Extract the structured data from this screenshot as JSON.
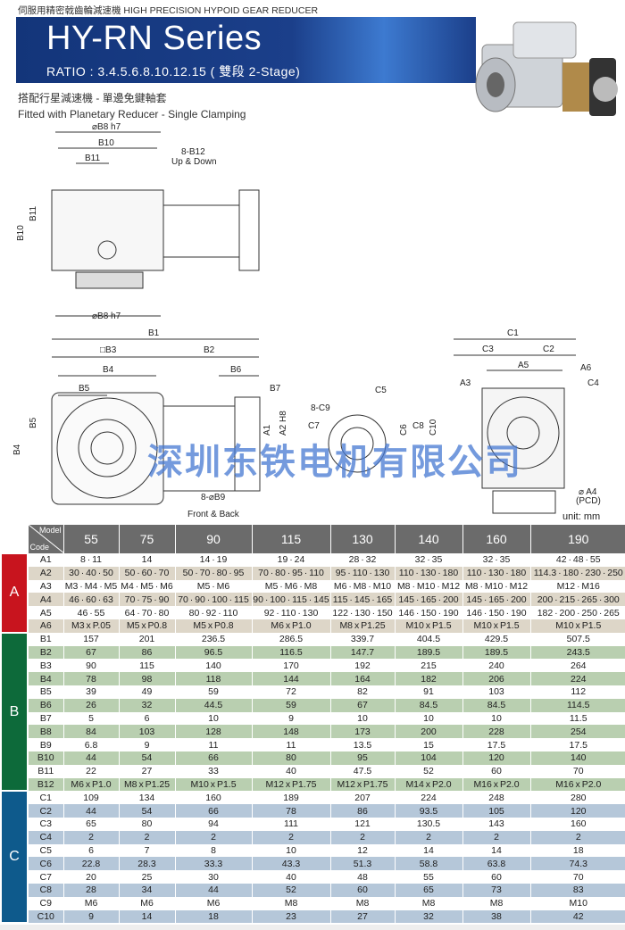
{
  "header": {
    "top_line": "伺服用精密戟齒輪減速機  HIGH PRECISION HYPOID GEAR REDUCER",
    "title": "HY-RN Series",
    "ratio": "RATIO : 3.4.5.6.8.10.12.15 ( 雙段 2-Stage)",
    "subtitle_cn": "搭配行星減速機 - 單邊免鍵軸套",
    "subtitle_en": "Fitted with Planetary Reducer - Single Clamping"
  },
  "drawing_labels": {
    "b8h7": "⌀B8 h7",
    "b10": "B10",
    "b11": "B11",
    "b12": "8-B12",
    "updown": "Up & Down",
    "b1": "B1",
    "b3": "□B3",
    "b2": "B2",
    "b4": "B4",
    "b6": "B6",
    "b5": "B5",
    "b7": "B7",
    "a1": "A1",
    "a2": "A2 H8",
    "c9": "8-C9",
    "c5": "C5",
    "c6": "C6",
    "c7": "C7",
    "c8": "C8",
    "b9": "8-⌀B9",
    "frontback": "Front & Back",
    "c1": "C1",
    "c3": "C3",
    "c2": "C2",
    "a5": "A5",
    "a6": "A6",
    "a3": "A3",
    "c4": "C4",
    "c10": "C10",
    "a4": "⌀ A4",
    "pcd": "(PCD)"
  },
  "watermark": "深圳东铁电机有限公司",
  "unit": "unit: mm",
  "table": {
    "corner_model": "Model",
    "corner_code": "Code",
    "models": [
      "55",
      "75",
      "90",
      "115",
      "130",
      "140",
      "160",
      "190"
    ],
    "groups": [
      {
        "name": "A",
        "rows": [
          [
            "A1",
            "8 · 11",
            "14",
            "14 · 19",
            "19 · 24",
            "28 · 32",
            "32 · 35",
            "32 · 35",
            "42 · 48 · 55"
          ],
          [
            "A2",
            "30 · 40 · 50",
            "50 · 60 · 70",
            "50 · 70 · 80 · 95",
            "70 · 80 · 95 · 110",
            "95 · 110 · 130",
            "110 · 130 · 180",
            "110 · 130 · 180",
            "114.3 · 180 · 230 · 250"
          ],
          [
            "A3",
            "M3 · M4 · M5",
            "M4 · M5 · M6",
            "M5 · M6",
            "M5 · M6 · M8",
            "M6 · M8 · M10",
            "M8 · M10 · M12",
            "M8 · M10 · M12",
            "M12 · M16"
          ],
          [
            "A4",
            "46 · 60 · 63",
            "70 · 75 · 90",
            "70 · 90 · 100 · 115",
            "90 · 100 · 115 · 145",
            "115 · 145 · 165",
            "145 · 165 · 200",
            "145 · 165 · 200",
            "200 · 215 · 265 · 300"
          ],
          [
            "A5",
            "46 · 55",
            "64 · 70 · 80",
            "80 · 92 · 110",
            "92 · 110 · 130",
            "122 · 130 · 150",
            "146 · 150 · 190",
            "146 · 150 · 190",
            "182 · 200 · 250 · 265"
          ],
          [
            "A6",
            "M3 x P.05",
            "M5 x P0.8",
            "M5 x P0.8",
            "M6 x P1.0",
            "M8 x P1.25",
            "M10 x P1.5",
            "M10 x P1.5",
            "M10 x P1.5"
          ]
        ]
      },
      {
        "name": "B",
        "rows": [
          [
            "B1",
            "157",
            "201",
            "236.5",
            "286.5",
            "339.7",
            "404.5",
            "429.5",
            "507.5"
          ],
          [
            "B2",
            "67",
            "86",
            "96.5",
            "116.5",
            "147.7",
            "189.5",
            "189.5",
            "243.5"
          ],
          [
            "B3",
            "90",
            "115",
            "140",
            "170",
            "192",
            "215",
            "240",
            "264"
          ],
          [
            "B4",
            "78",
            "98",
            "118",
            "144",
            "164",
            "182",
            "206",
            "224"
          ],
          [
            "B5",
            "39",
            "49",
            "59",
            "72",
            "82",
            "91",
            "103",
            "112"
          ],
          [
            "B6",
            "26",
            "32",
            "44.5",
            "59",
            "67",
            "84.5",
            "84.5",
            "114.5"
          ],
          [
            "B7",
            "5",
            "6",
            "10",
            "9",
            "10",
            "10",
            "10",
            "11.5"
          ],
          [
            "B8",
            "84",
            "103",
            "128",
            "148",
            "173",
            "200",
            "228",
            "254"
          ],
          [
            "B9",
            "6.8",
            "9",
            "11",
            "11",
            "13.5",
            "15",
            "17.5",
            "17.5"
          ],
          [
            "B10",
            "44",
            "54",
            "66",
            "80",
            "95",
            "104",
            "120",
            "140"
          ],
          [
            "B11",
            "22",
            "27",
            "33",
            "40",
            "47.5",
            "52",
            "60",
            "70"
          ],
          [
            "B12",
            "M6 x P1.0",
            "M8 x P1.25",
            "M10 x P1.5",
            "M12 x P1.75",
            "M12 x P1.75",
            "M14 x P2.0",
            "M16 x P2.0",
            "M16 x P2.0"
          ]
        ]
      },
      {
        "name": "C",
        "rows": [
          [
            "C1",
            "109",
            "134",
            "160",
            "189",
            "207",
            "224",
            "248",
            "280"
          ],
          [
            "C2",
            "44",
            "54",
            "66",
            "78",
            "86",
            "93.5",
            "105",
            "120"
          ],
          [
            "C3",
            "65",
            "80",
            "94",
            "111",
            "121",
            "130.5",
            "143",
            "160"
          ],
          [
            "C4",
            "2",
            "2",
            "2",
            "2",
            "2",
            "2",
            "2",
            "2"
          ],
          [
            "C5",
            "6",
            "7",
            "8",
            "10",
            "12",
            "14",
            "14",
            "18"
          ],
          [
            "C6",
            "22.8",
            "28.3",
            "33.3",
            "43.3",
            "51.3",
            "58.8",
            "63.8",
            "74.3"
          ],
          [
            "C7",
            "20",
            "25",
            "30",
            "40",
            "48",
            "55",
            "60",
            "70"
          ],
          [
            "C8",
            "28",
            "34",
            "44",
            "52",
            "60",
            "65",
            "73",
            "83"
          ],
          [
            "C9",
            "M6",
            "M6",
            "M6",
            "M8",
            "M8",
            "M8",
            "M8",
            "M10"
          ],
          [
            "C10",
            "9",
            "14",
            "18",
            "23",
            "27",
            "32",
            "38",
            "42"
          ]
        ]
      }
    ]
  },
  "colors": {
    "A": "#c8141e",
    "B": "#0d6a3a",
    "C": "#0e5a8c",
    "header": "#6b6b6b",
    "banner": "#13357a"
  }
}
